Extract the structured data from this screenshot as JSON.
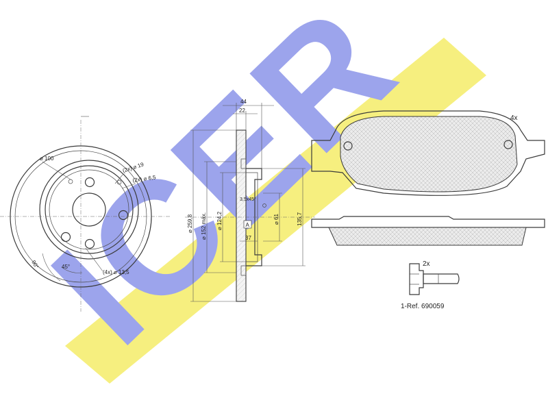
{
  "watermark": {
    "text": "ICER",
    "colors": {
      "yellow": "#F5EE78",
      "blue": "#9CA4EC"
    }
  },
  "disc_front": {
    "labels": {
      "d100": "⌀ 100",
      "holes_19": "(2x) ⌀ 19",
      "holes_65": "(2x) ⌀ 6,5",
      "angle_90": "90°",
      "angle_45": "45°",
      "holes_135": "(4x) ⌀ 13,5"
    }
  },
  "disc_section": {
    "labels": {
      "w44": "44",
      "w22": "22",
      "d2598": "⌀ 259,8",
      "d152": "⌀ 152 máx.",
      "d1242": "⌀ 124,2",
      "chamfer": "3,5x45°",
      "d61": "⌀ 61",
      "d1357": "135,7",
      "a": "A",
      "d37": "37"
    }
  },
  "pads": {
    "qty": "4x"
  },
  "bolt": {
    "qty": "2x",
    "ref": "1-Ref. 690059"
  }
}
